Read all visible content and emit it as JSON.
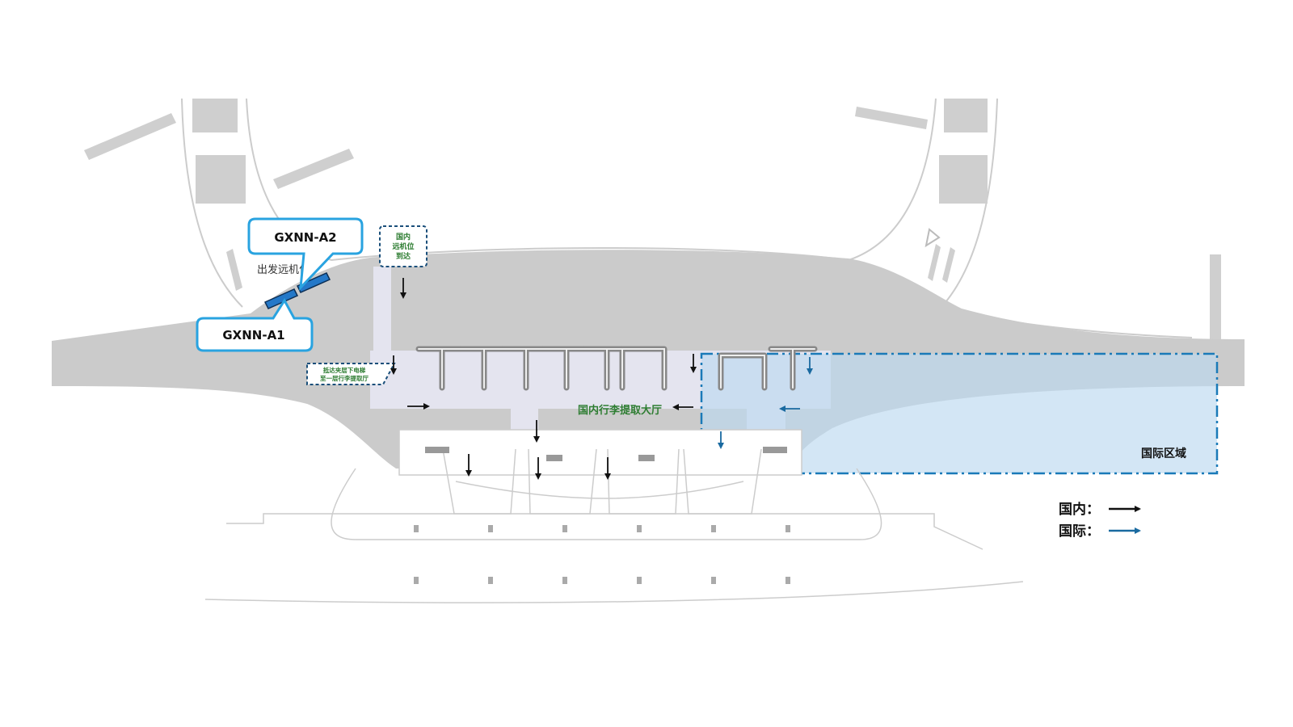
{
  "callouts": {
    "a2": "GXNN-A2",
    "a1": "GXNN-A1"
  },
  "labels": {
    "departure_remote_stand": "出发远机位",
    "domestic_baggage_hall": "国内行李提取大厅",
    "international_zone": "国际区域"
  },
  "notes": {
    "domestic_remote_arrival": [
      "国内",
      "远机位",
      "到达"
    ],
    "escalator_note": [
      "抵达夹层下电梯",
      "至一层行李提取厅"
    ]
  },
  "legend": {
    "domestic": "国内：",
    "international": "国际："
  },
  "colors": {
    "domestic_arrow": "#111111",
    "international_arrow": "#1a6aa0",
    "callout_border": "#29a3e0",
    "stand_highlight": "#2478c8",
    "international_zone_fill": "#bcd9ef",
    "international_zone_border": "#1a7ab8",
    "note_text": "#2e7d32",
    "apron": "#c8c8c8",
    "terminal_floor": "#e4e4ef"
  }
}
